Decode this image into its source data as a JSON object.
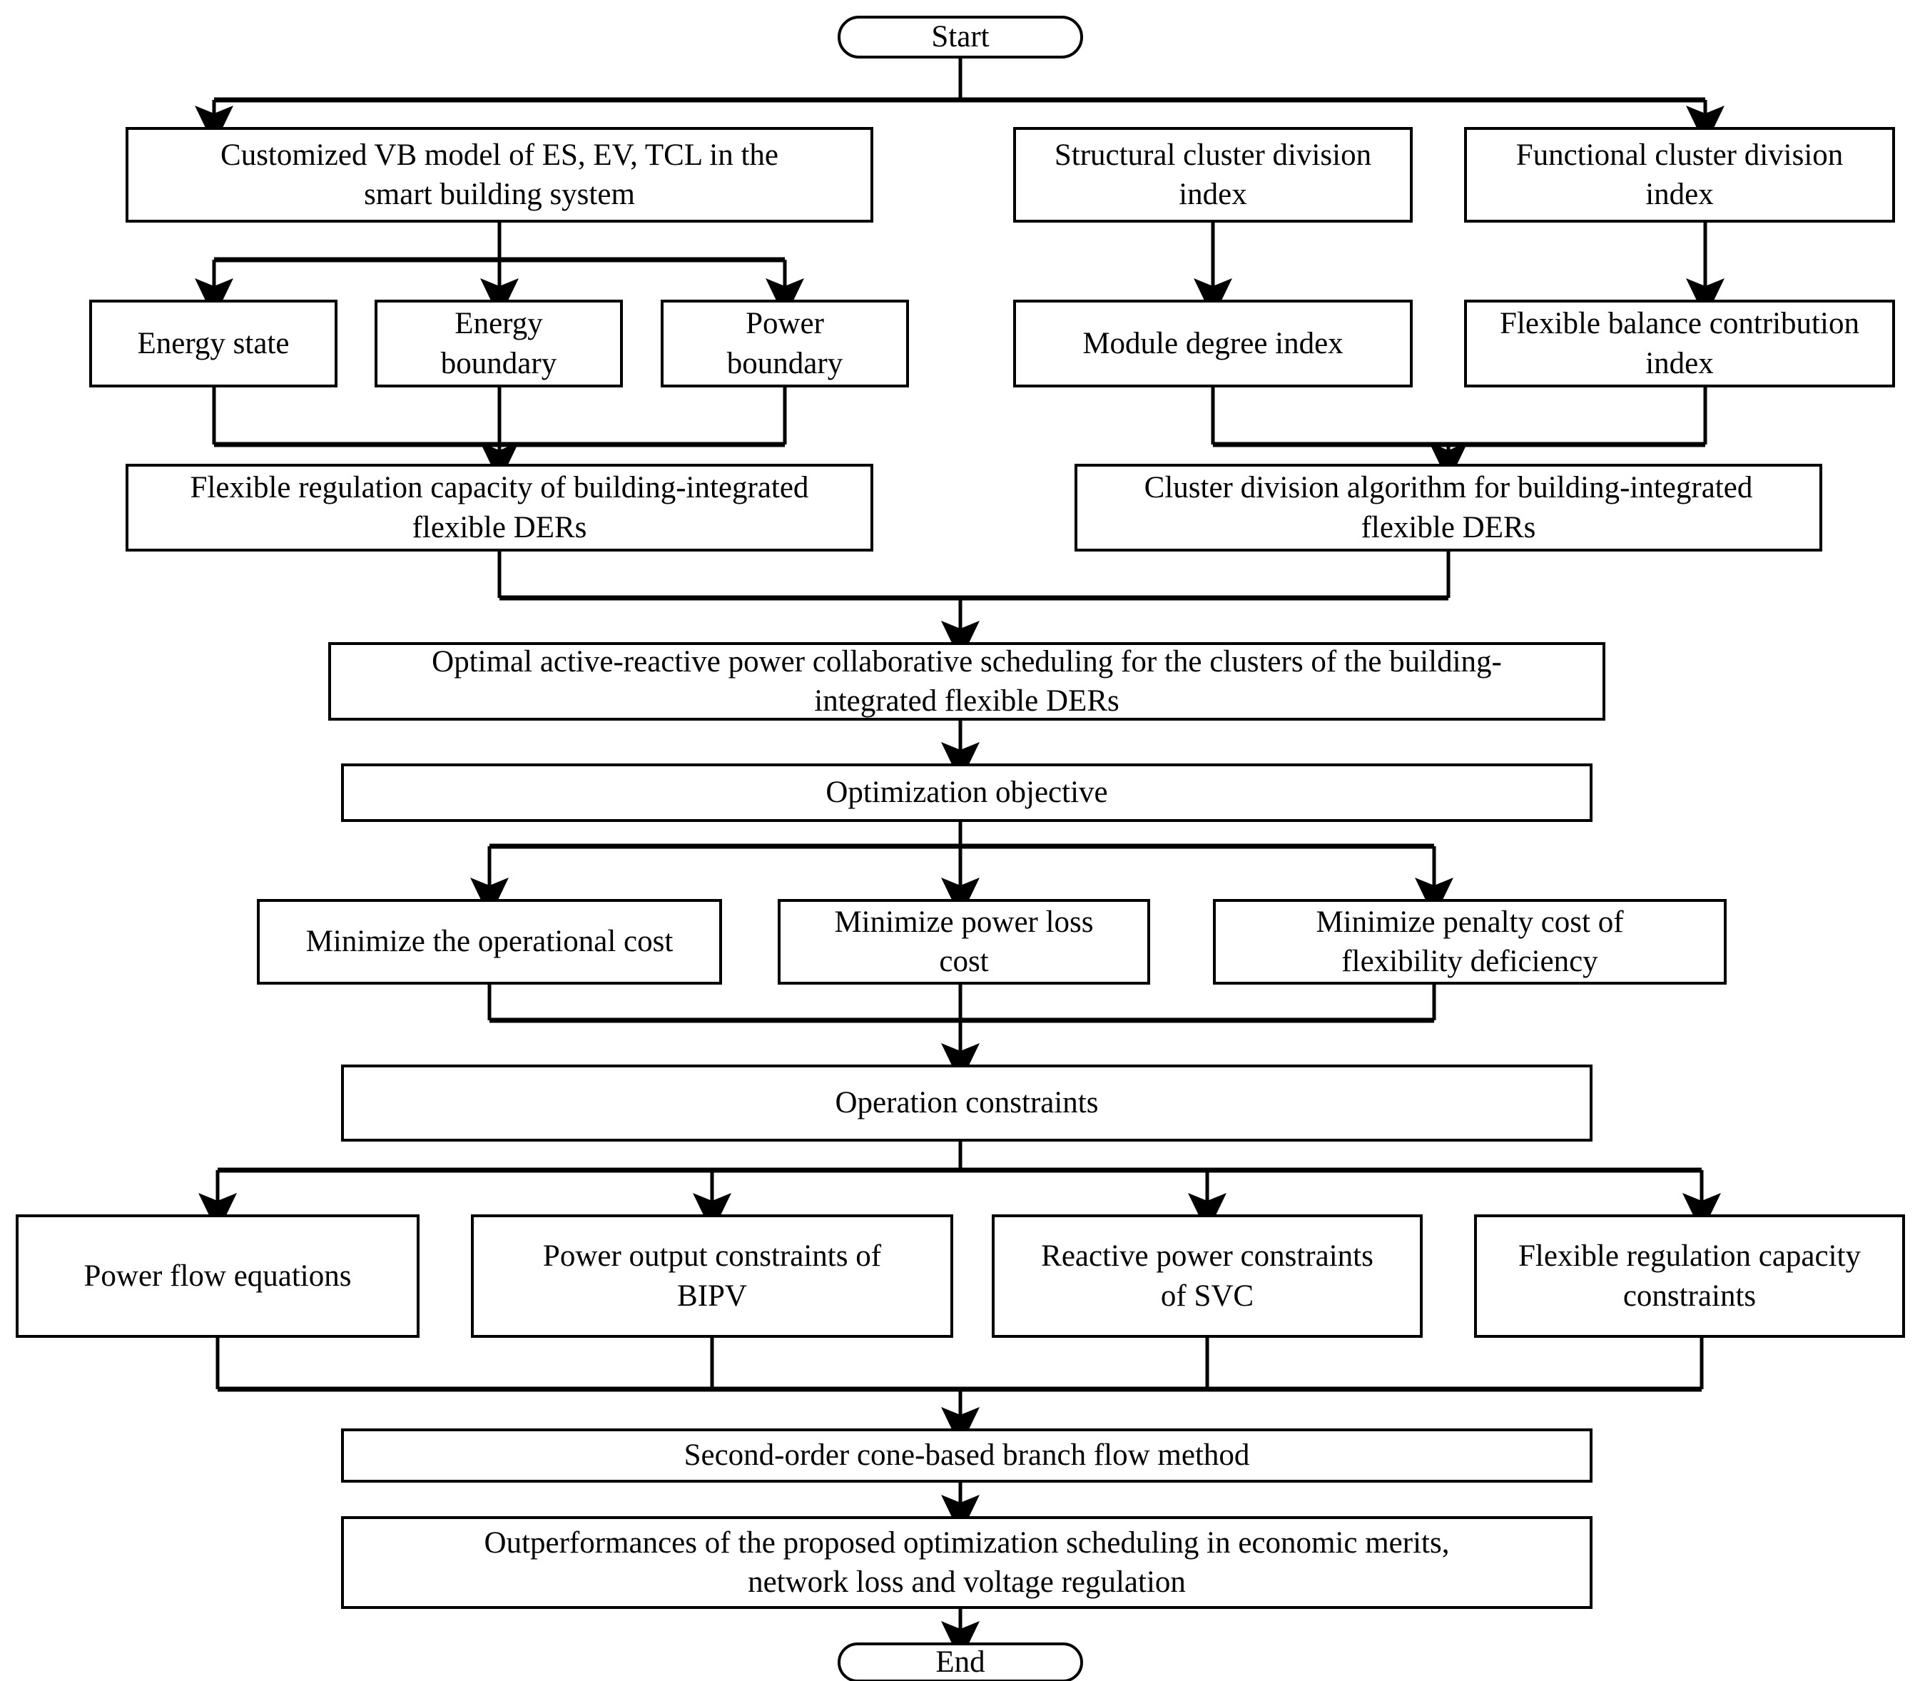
{
  "diagram": {
    "title": "Optimal scheduling flowchart for building-integrated flexible DERs",
    "stroke_color": "#000000",
    "fill_color": "#ffffff",
    "text_color": "#000000"
  },
  "nodes": {
    "start": {
      "label": "Start",
      "shape": "terminal"
    },
    "vb_model": {
      "label": "Customized VB model of ES, EV, TCL in the\nsmart building system",
      "shape": "process"
    },
    "structural_index": {
      "label": "Structural cluster division\nindex",
      "shape": "process"
    },
    "functional_index": {
      "label": "Functional cluster division\nindex",
      "shape": "process"
    },
    "energy_state": {
      "label": "Energy state",
      "shape": "process"
    },
    "energy_boundary": {
      "label": "Energy\nboundary",
      "shape": "process"
    },
    "power_boundary": {
      "label": "Power\nboundary",
      "shape": "process"
    },
    "module_degree": {
      "label": "Module degree index",
      "shape": "process"
    },
    "flexible_balance": {
      "label": "Flexible balance contribution\nindex",
      "shape": "process"
    },
    "flex_reg_capacity": {
      "label": "Flexible regulation capacity of building-integrated\nflexible DERs",
      "shape": "process"
    },
    "cluster_division_algo": {
      "label": "Cluster division algorithm for building-integrated\nflexible DERs",
      "shape": "process"
    },
    "optimal_scheduling": {
      "label": "Optimal active-reactive power collaborative scheduling for the clusters of the building-\nintegrated flexible DERs",
      "shape": "process"
    },
    "optimization_objective": {
      "label": "Optimization objective",
      "shape": "process"
    },
    "min_operational_cost": {
      "label": "Minimize the operational cost",
      "shape": "process"
    },
    "min_power_loss": {
      "label": "Minimize power loss\ncost",
      "shape": "process"
    },
    "min_penalty_cost": {
      "label": "Minimize penalty cost of\nflexibility deficiency",
      "shape": "process"
    },
    "operation_constraints": {
      "label": "Operation constraints",
      "shape": "process"
    },
    "power_flow_equations": {
      "label": "Power flow equations",
      "shape": "process"
    },
    "bipv_constraints": {
      "label": "Power output constraints of\nBIPV",
      "shape": "process"
    },
    "svc_constraints": {
      "label": "Reactive power constraints\nof SVC",
      "shape": "process"
    },
    "flex_reg_constraints": {
      "label": "Flexible regulation capacity\nconstraints",
      "shape": "process"
    },
    "socp_method": {
      "label": "Second-order cone-based branch flow method",
      "shape": "process"
    },
    "outperformances": {
      "label": "Outperformances of the proposed optimization scheduling in economic merits,\nnetwork loss and voltage regulation",
      "shape": "process"
    },
    "end": {
      "label": "End",
      "shape": "terminal"
    }
  },
  "edges": [
    {
      "from": "start",
      "to": "vb_model"
    },
    {
      "from": "start",
      "to": "functional_index"
    },
    {
      "from": "vb_model",
      "to": "energy_state"
    },
    {
      "from": "vb_model",
      "to": "energy_boundary"
    },
    {
      "from": "vb_model",
      "to": "power_boundary"
    },
    {
      "from": "structural_index",
      "to": "module_degree"
    },
    {
      "from": "functional_index",
      "to": "flexible_balance"
    },
    {
      "from": "energy_state",
      "to": "flex_reg_capacity"
    },
    {
      "from": "energy_boundary",
      "to": "flex_reg_capacity"
    },
    {
      "from": "power_boundary",
      "to": "flex_reg_capacity"
    },
    {
      "from": "module_degree",
      "to": "cluster_division_algo"
    },
    {
      "from": "flexible_balance",
      "to": "cluster_division_algo"
    },
    {
      "from": "flex_reg_capacity",
      "to": "optimal_scheduling"
    },
    {
      "from": "cluster_division_algo",
      "to": "optimal_scheduling"
    },
    {
      "from": "optimal_scheduling",
      "to": "optimization_objective"
    },
    {
      "from": "optimization_objective",
      "to": "min_operational_cost"
    },
    {
      "from": "optimization_objective",
      "to": "min_power_loss"
    },
    {
      "from": "optimization_objective",
      "to": "min_penalty_cost"
    },
    {
      "from": "min_operational_cost",
      "to": "operation_constraints"
    },
    {
      "from": "min_power_loss",
      "to": "operation_constraints"
    },
    {
      "from": "min_penalty_cost",
      "to": "operation_constraints"
    },
    {
      "from": "operation_constraints",
      "to": "power_flow_equations"
    },
    {
      "from": "operation_constraints",
      "to": "bipv_constraints"
    },
    {
      "from": "operation_constraints",
      "to": "svc_constraints"
    },
    {
      "from": "operation_constraints",
      "to": "flex_reg_constraints"
    },
    {
      "from": "power_flow_equations",
      "to": "socp_method"
    },
    {
      "from": "bipv_constraints",
      "to": "socp_method"
    },
    {
      "from": "svc_constraints",
      "to": "socp_method"
    },
    {
      "from": "flex_reg_constraints",
      "to": "socp_method"
    },
    {
      "from": "socp_method",
      "to": "outperformances"
    },
    {
      "from": "outperformances",
      "to": "end"
    }
  ]
}
